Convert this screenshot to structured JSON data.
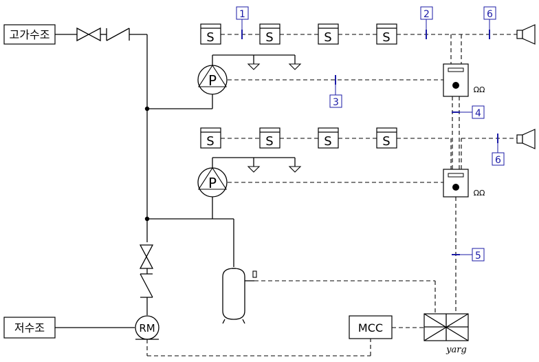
{
  "tanks": {
    "elevated": "고가수조",
    "underground": "저수조"
  },
  "equipment": {
    "pump_symbol": "P",
    "meter_symbol": "RM",
    "mcc_label": "MCC",
    "sensor_symbol": "S",
    "panel_signature": "yarg"
  },
  "wire_tags": [
    "1",
    "2",
    "3",
    "4",
    "5",
    "6",
    "6"
  ],
  "colors": {
    "lines": "#000000",
    "tags": "#1a1aa6"
  }
}
